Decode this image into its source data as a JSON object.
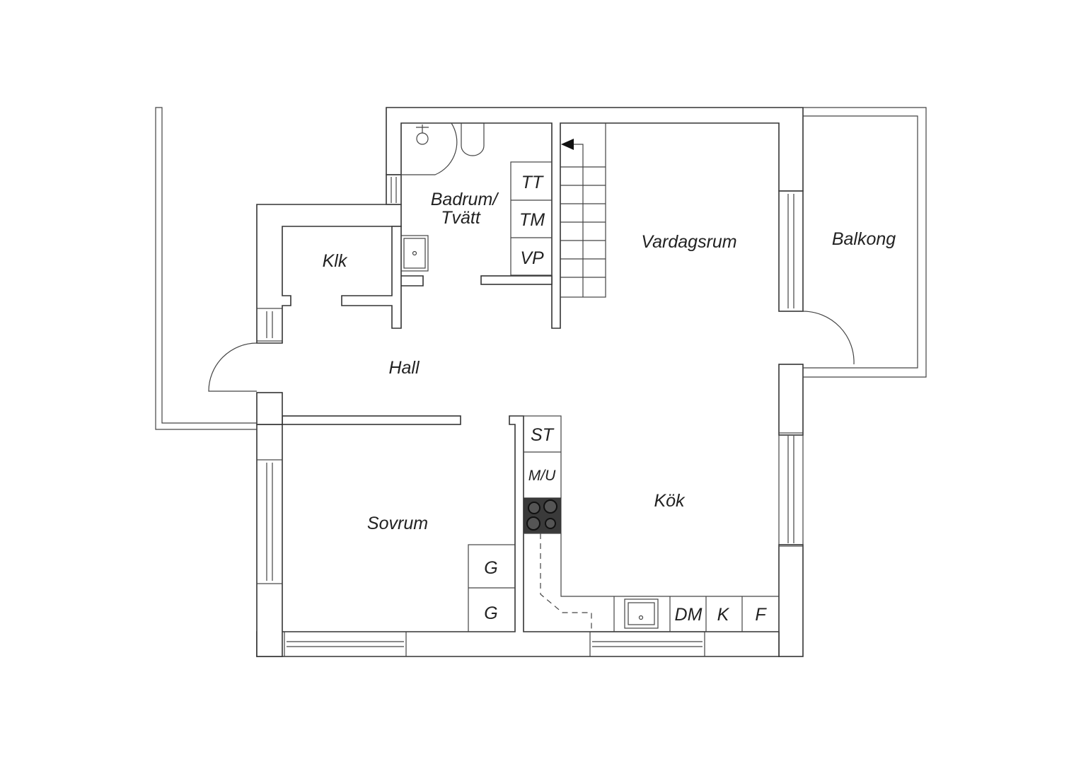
{
  "rooms": {
    "badrum_line1": "Badrum/",
    "badrum_line2": "Tvätt",
    "klk": "Klk",
    "hall": "Hall",
    "vardagsrum": "Vardagsrum",
    "balkong": "Balkong",
    "sovrum": "Sovrum",
    "kok": "Kök"
  },
  "fixtures": {
    "tt": "TT",
    "tm": "TM",
    "vp": "VP",
    "st": "ST",
    "mu": "M/U",
    "g1": "G",
    "g2": "G",
    "dm": "DM",
    "k": "K",
    "f": "F"
  },
  "colors": {
    "wall": "#333333",
    "stove": "#3a3a3a",
    "text": "#222222"
  }
}
